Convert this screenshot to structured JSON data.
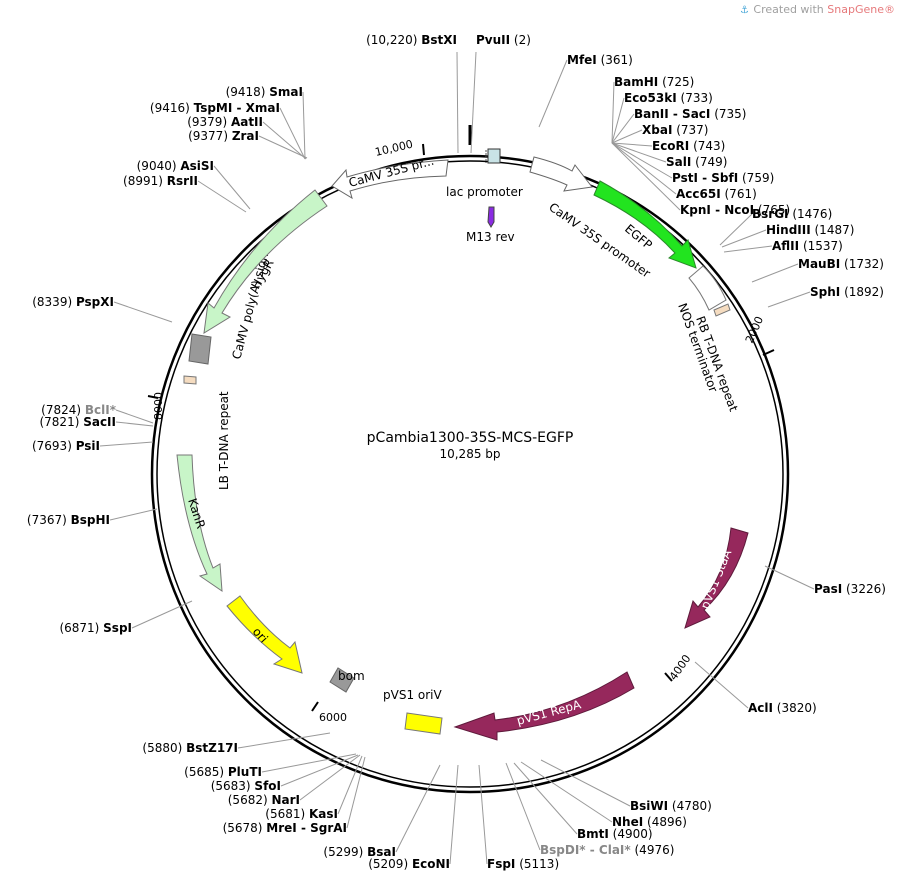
{
  "watermark": {
    "prefix": "Created with ",
    "brand": "SnapGene",
    "suffix": "®",
    "icon": "snapgene-logo-icon"
  },
  "plasmid": {
    "name": "pCambia1300-35S-MCS-EGFP",
    "size_label": "10,285 bp",
    "length": 10285
  },
  "ticks": [
    {
      "bp": 2000,
      "label": "2000"
    },
    {
      "bp": 4000,
      "label": "4000"
    },
    {
      "bp": 6000,
      "label": "6000"
    },
    {
      "bp": 8000,
      "label": "8000"
    },
    {
      "bp": 10000,
      "label": "10,000"
    }
  ],
  "features": [
    {
      "id": "lac-promoter",
      "label": "lac promoter",
      "color": "#c9e3e6",
      "kind": "small"
    },
    {
      "id": "m13-rev",
      "label": "M13 rev",
      "color": "#8a2be2",
      "kind": "small"
    },
    {
      "id": "camv35s-promoter",
      "label": "CaMV 35S promoter",
      "color": "#ffffff",
      "kind": "arrow"
    },
    {
      "id": "egfp",
      "label": "EGFP",
      "color": "#22e41f",
      "kind": "arrow"
    },
    {
      "id": "nos-terminator",
      "label": "NOS terminator",
      "color": "#ffffff",
      "kind": "box"
    },
    {
      "id": "rb-tdna",
      "label": "RB T-DNA repeat",
      "color": "#f5dcc0",
      "kind": "box"
    },
    {
      "id": "pvs1-staa",
      "label": "pVS1 StaA",
      "color": "#96285c",
      "kind": "arrow"
    },
    {
      "id": "pvs1-repa",
      "label": "pVS1 RepA",
      "color": "#96285c",
      "kind": "arrow"
    },
    {
      "id": "pvs1-oriv",
      "label": "pVS1 oriV",
      "color": "#ffff00",
      "kind": "box"
    },
    {
      "id": "bom",
      "label": "bom",
      "color": "#999999",
      "kind": "box"
    },
    {
      "id": "ori",
      "label": "ori",
      "color": "#ffff00",
      "kind": "arrow"
    },
    {
      "id": "kanr",
      "label": "KanR",
      "color": "#c8f5c8",
      "kind": "arrow"
    },
    {
      "id": "lb-tdna",
      "label": "LB T-DNA repeat",
      "color": "#f5dcc0",
      "kind": "box"
    },
    {
      "id": "camv-polya",
      "label": "CaMV poly(A) signal",
      "color": "#999999",
      "kind": "box"
    },
    {
      "id": "hygr",
      "label": "HygR",
      "color": "#c8f5c8",
      "kind": "arrow"
    },
    {
      "id": "camv35s-pr2",
      "label": "CaMV 35S pr...",
      "color": "#ffffff",
      "kind": "arrow"
    }
  ],
  "sites": [
    {
      "name": "BstXI",
      "pos": "(10,220)",
      "gray": false
    },
    {
      "name": "PvuII",
      "pos": "(2)",
      "gray": false
    },
    {
      "name": "MfeI",
      "pos": "(361)",
      "gray": false
    },
    {
      "name": "BamHI",
      "pos": "(725)",
      "gray": false
    },
    {
      "name": "Eco53kI",
      "pos": "(733)",
      "gray": false
    },
    {
      "name": "BanII - SacI",
      "pos": "(735)",
      "gray": false
    },
    {
      "name": "XbaI",
      "pos": "(737)",
      "gray": false
    },
    {
      "name": "EcoRI",
      "pos": "(743)",
      "gray": false
    },
    {
      "name": "SalI",
      "pos": "(749)",
      "gray": false
    },
    {
      "name": "PstI - SbfI",
      "pos": "(759)",
      "gray": false
    },
    {
      "name": "Acc65I",
      "pos": "(761)",
      "gray": false
    },
    {
      "name": "KpnI - NcoI",
      "pos": "(765)",
      "gray": false
    },
    {
      "name": "BsrGI",
      "pos": "(1476)",
      "gray": false
    },
    {
      "name": "HindIII",
      "pos": "(1487)",
      "gray": false
    },
    {
      "name": "AflII",
      "pos": "(1537)",
      "gray": false
    },
    {
      "name": "MauBI",
      "pos": "(1732)",
      "gray": false
    },
    {
      "name": "SphI",
      "pos": "(1892)",
      "gray": false
    },
    {
      "name": "PasI",
      "pos": "(3226)",
      "gray": false
    },
    {
      "name": "AclI",
      "pos": "(3820)",
      "gray": false
    },
    {
      "name": "BsiWI",
      "pos": "(4780)",
      "gray": false
    },
    {
      "name": "NheI",
      "pos": "(4896)",
      "gray": false
    },
    {
      "name": "BmtI",
      "pos": "(4900)",
      "gray": false
    },
    {
      "name": "BspDI* - ClaI*",
      "pos": "(4976)",
      "gray": true
    },
    {
      "name": "FspI",
      "pos": "(5113)",
      "gray": false
    },
    {
      "name": "EcoNI",
      "pos": "(5209)",
      "gray": false
    },
    {
      "name": "BsaI",
      "pos": "(5299)",
      "gray": false
    },
    {
      "name": "MreI - SgrAI",
      "pos": "(5678)",
      "gray": false
    },
    {
      "name": "KasI",
      "pos": "(5681)",
      "gray": false
    },
    {
      "name": "NarI",
      "pos": "(5682)",
      "gray": false
    },
    {
      "name": "SfoI",
      "pos": "(5683)",
      "gray": false
    },
    {
      "name": "PluTI",
      "pos": "(5685)",
      "gray": false
    },
    {
      "name": "BstZ17I",
      "pos": "(5880)",
      "gray": false
    },
    {
      "name": "SspI",
      "pos": "(6871)",
      "gray": false
    },
    {
      "name": "BspHI",
      "pos": "(7367)",
      "gray": false
    },
    {
      "name": "PsiI",
      "pos": "(7693)",
      "gray": false
    },
    {
      "name": "SacII",
      "pos": "(7821)",
      "gray": false
    },
    {
      "name": "BclI*",
      "pos": "(7824)",
      "gray": true
    },
    {
      "name": "PspXI",
      "pos": "(8339)",
      "gray": false
    },
    {
      "name": "RsrII",
      "pos": "(8991)",
      "gray": false
    },
    {
      "name": "AsiSI",
      "pos": "(9040)",
      "gray": false
    },
    {
      "name": "ZraI",
      "pos": "(9377)",
      "gray": false
    },
    {
      "name": "AatII",
      "pos": "(9379)",
      "gray": false
    },
    {
      "name": "TspMI - XmaI",
      "pos": "(9416)",
      "gray": false
    },
    {
      "name": "SmaI",
      "pos": "(9418)",
      "gray": false
    }
  ]
}
